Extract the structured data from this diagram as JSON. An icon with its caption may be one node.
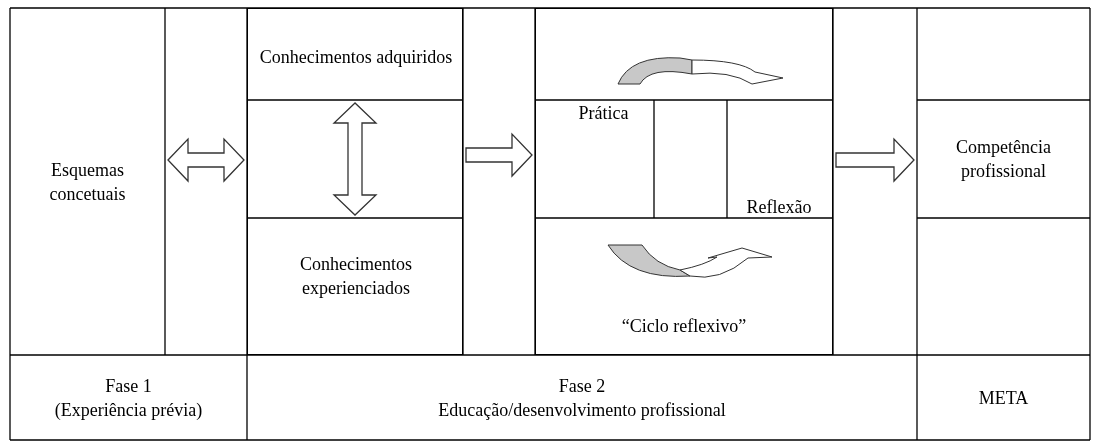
{
  "diagram": {
    "nodes": [
      {
        "text": [
          "Esquemas concetuais"
        ]
      },
      {
        "text": [],
        "shape": "box"
      },
      {
        "text": [
          "Conhecimentos adquiridos"
        ],
        "in": 1
      },
      {
        "text": [
          "Conhecimentos experienciados"
        ],
        "in": 1
      },
      {
        "text": [],
        "shape": "box"
      },
      {
        "text": [
          "Prática"
        ],
        "in": 4
      },
      {
        "text": [
          "Reflexão"
        ],
        "in": 4
      },
      {
        "text": [
          "Competência profissional"
        ]
      },
      {
        "text": [
          "Fase 1",
          "(Experiência prévia)"
        ]
      },
      {
        "text": [
          "Fase 2",
          "Educação/desenvolvimento profissional"
        ]
      },
      {
        "text": [
          "META"
        ]
      }
    ],
    "edges": [
      {
        "from": 0,
        "to": 1,
        "arrow": "both"
      },
      {
        "from": 2,
        "to": 3,
        "arrow": "both"
      },
      {
        "from": 1,
        "to": 4,
        "arrow": "to"
      },
      {
        "from": 4,
        "to": 7,
        "arrow": "to"
      }
    ],
    "labels": [
      "“Ciclo reflexivo”"
    ]
  }
}
